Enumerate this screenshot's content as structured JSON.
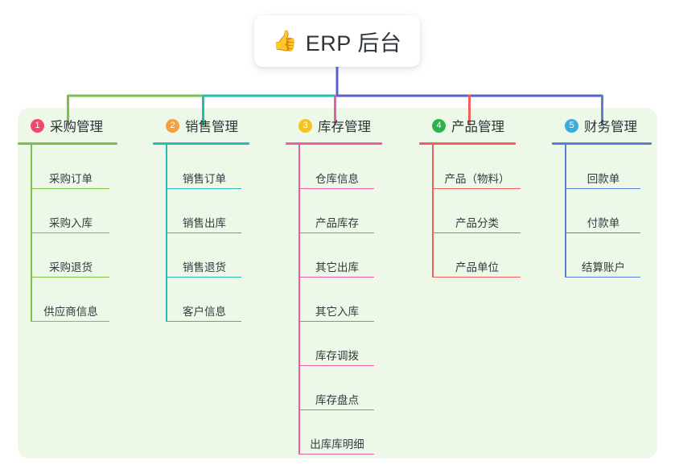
{
  "root": {
    "emoji": "👍",
    "emoji_name": "thumbs-up-icon",
    "title": "ERP 后台"
  },
  "theme": {
    "panel_background": "#eef8e9",
    "page_background": "#ffffff",
    "text_color": "#2f3438",
    "bus_segment_1": "#7cbf4b",
    "bus_segment_2": "#1fbfb0",
    "bus_segment_3": "#5b5fd6"
  },
  "columns": [
    {
      "number": "1",
      "label": "采购管理",
      "badge_color": "#f2496a",
      "line_color": "#7cbf4b",
      "items": [
        {
          "label": "采购订单"
        },
        {
          "label": "采购入库"
        },
        {
          "label": "采购退货"
        },
        {
          "label": "供应商信息"
        }
      ]
    },
    {
      "number": "2",
      "label": "销售管理",
      "badge_color": "#f59f3d",
      "line_color": "#25bdb2",
      "items": [
        {
          "label": "销售订单"
        },
        {
          "label": "销售出库"
        },
        {
          "label": "销售退货"
        },
        {
          "label": "客户信息"
        }
      ]
    },
    {
      "number": "3",
      "label": "库存管理",
      "badge_color": "#f5c21e",
      "line_color": "#e65fa5",
      "items": [
        {
          "label": "仓库信息"
        },
        {
          "label": "产品库存"
        },
        {
          "label": "其它出库"
        },
        {
          "label": "其它入库"
        },
        {
          "label": "库存调拨"
        },
        {
          "label": "库存盘点"
        },
        {
          "label": "出库库明细"
        }
      ]
    },
    {
      "number": "4",
      "label": "产品管理",
      "badge_color": "#2bb34a",
      "line_color": "#f2605c",
      "items": [
        {
          "label": "产品（物料）"
        },
        {
          "label": "产品分类"
        },
        {
          "label": "产品单位"
        }
      ]
    },
    {
      "number": "5",
      "label": "财务管理",
      "badge_color": "#3bace0",
      "line_color": "#5b7fd6",
      "items": [
        {
          "label": "回款单"
        },
        {
          "label": "付款单"
        },
        {
          "label": "结算账户"
        }
      ]
    }
  ]
}
